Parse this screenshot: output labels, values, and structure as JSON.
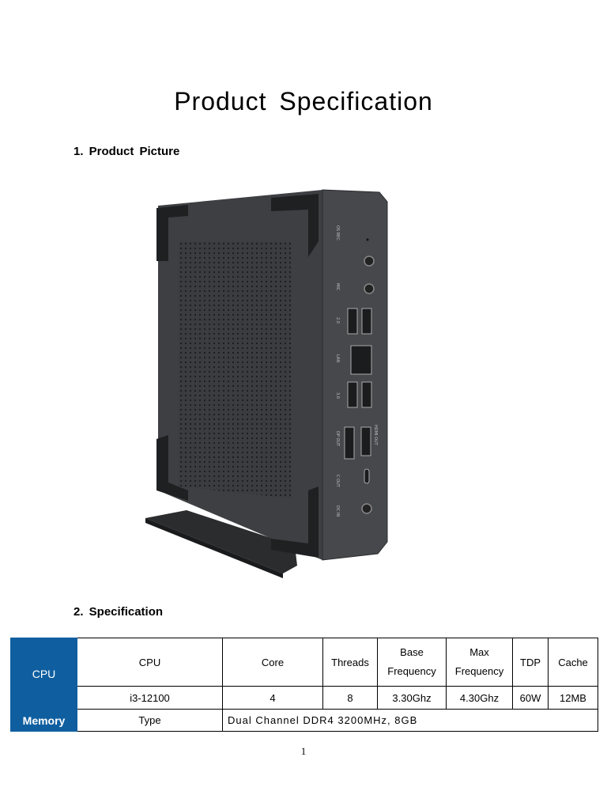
{
  "document": {
    "title": "Product Specification",
    "section1": "1. Product Picture",
    "section2": "2. Specification",
    "page_number": "1"
  },
  "device_labels": {
    "os_rec": "OS REC",
    "mic": "MIC",
    "usb2": "2.0",
    "lan": "LAN",
    "usb3": "3.0",
    "dp_out": "DP OUT",
    "hdmi_out": "HDMI OUT",
    "c_out": "C OUT",
    "dc_in": "DC IN"
  },
  "table": {
    "cpu_category": "CPU",
    "cpu_headers": {
      "cpu": "CPU",
      "core": "Core",
      "threads": "Threads",
      "base1": "Base",
      "base2": "Frequency",
      "max1": "Max",
      "max2": "Frequency",
      "tdp": "TDP",
      "cache": "Cache"
    },
    "cpu_values": {
      "cpu": "i3-12100",
      "core": "4",
      "threads": "8",
      "base": "3.30Ghz",
      "max": "4.30Ghz",
      "tdp": "60W",
      "cache": "12MB"
    },
    "memory_category": "Memory",
    "memory_label": "Type",
    "memory_value": "Dual Channel DDR4 3200MHz, 8GB"
  },
  "colors": {
    "category_bg": "#0f5fa0",
    "device_body": "#3b3d40"
  }
}
